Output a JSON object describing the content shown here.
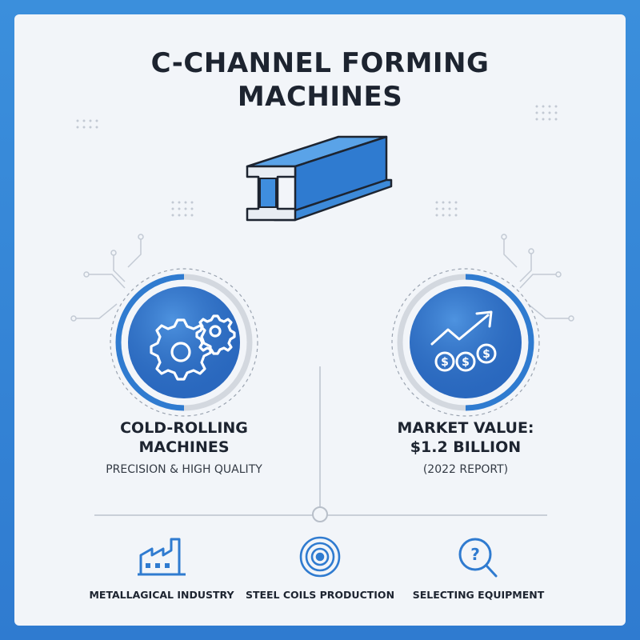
{
  "title": {
    "line1": "C-CHANNEL FORMING",
    "line2": "MACHINES"
  },
  "colors": {
    "accent": "#2f7bd0",
    "circle": "#2c6cc4",
    "text": "#1d2430"
  },
  "features": [
    {
      "icon": "gears-icon",
      "heading_line1": "COLD-ROLLING",
      "heading_line2": "MACHINES",
      "subtitle": "PRECISION & HIGH QUALITY"
    },
    {
      "icon": "market-growth-icon",
      "heading_line1": "MARKET VALUE:",
      "heading_line2": "$1.2 BILLION",
      "subtitle": "(2022 REPORT)"
    }
  ],
  "bottom_items": [
    {
      "icon": "factory-icon",
      "label": "METALLAGICAL INDUSTRY"
    },
    {
      "icon": "steel-coil-icon",
      "label": "STEEL COILS PRODUCTION"
    },
    {
      "icon": "search-question-icon",
      "label": "SELECTING EQUIPMENT"
    }
  ]
}
